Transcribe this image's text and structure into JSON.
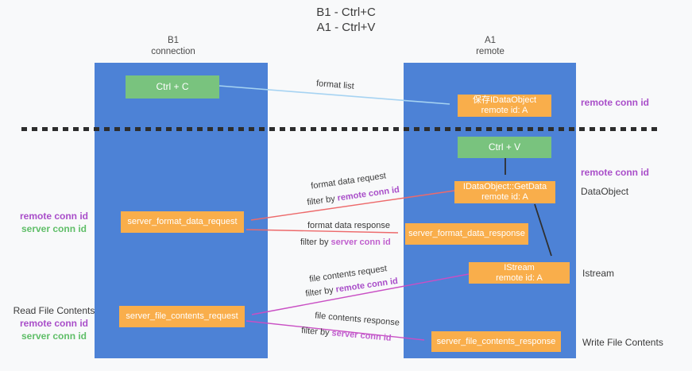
{
  "title": {
    "line1": "B1 - Ctrl+C",
    "line2": "A1 - Ctrl+V"
  },
  "columns": {
    "left": {
      "name": "B1",
      "role": "connection"
    },
    "right": {
      "name": "A1",
      "role": "remote"
    }
  },
  "nodes": {
    "ctrl_c": {
      "label": "Ctrl + C"
    },
    "ctrl_v": {
      "label": "Ctrl + V"
    },
    "save_dataobject": {
      "line1": "保存IDataObject",
      "line2": "remote id: A"
    },
    "getdata": {
      "line1": "IDataObject::GetData",
      "line2": "remote id: A"
    },
    "istream": {
      "line1": "IStream",
      "line2": "remote id: A"
    },
    "server_format_data_request": {
      "label": "server_format_data_request"
    },
    "server_format_data_response": {
      "label": "server_format_data_response"
    },
    "server_file_contents_request": {
      "label": "server_file_contents_request"
    },
    "server_file_contents_response": {
      "label": "server_file_contents_response"
    }
  },
  "edge_labels": {
    "format_list": "format list",
    "format_data_request": "format data request",
    "format_data_response": "format data response",
    "file_contents_request": "file contents request",
    "file_contents_response": "file contents response",
    "filter_by": "filter by",
    "remote_conn_id": "remote conn id",
    "server_conn_id": "server conn id"
  },
  "side_labels": {
    "remote_conn_id_top": "remote conn id",
    "remote_conn_id_mid": "remote conn id",
    "dataobject": "DataObject",
    "istream": "Istream",
    "write_file_contents": "Write File Contents",
    "read_file_contents": "Read File Contents",
    "left_remote_conn_id_1": "remote conn id",
    "left_server_conn_id_1": "server conn id",
    "left_remote_conn_id_2": "remote conn id",
    "left_server_conn_id_2": "server conn id"
  },
  "colors": {
    "column_blue": "#4d82d6",
    "box_green": "#79c37e",
    "box_orange": "#f9ae4b",
    "arrow_light_blue": "#a6d3f2",
    "arrow_red": "#ed6a6b",
    "arrow_magenta": "#c94fc4",
    "arrow_black": "#2f2f2f",
    "text_purple": "#a94ec9",
    "text_green": "#5fbe68"
  }
}
